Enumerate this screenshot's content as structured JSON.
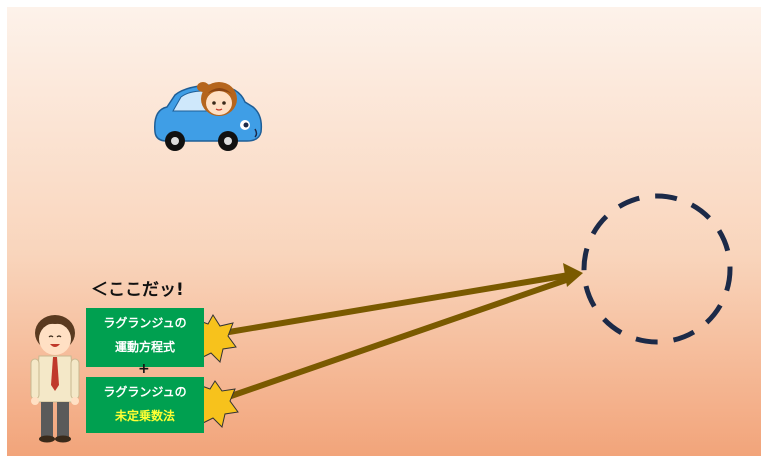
{
  "speech": "＜ここだッ!",
  "equation_box_1": {
    "line1": "ラグランジュの",
    "line2": "運動方程式"
  },
  "plus_sign": "+",
  "equation_box_2": {
    "line1": "ラグランジュの",
    "line2": "未定乗数法",
    "line2_color": "#ffff33"
  },
  "colors": {
    "box_green": "#00a050",
    "arrow": "#7a5a00",
    "target_ring": "#1c2a48",
    "car_body": "#3f9ee6",
    "star": "#f7c21c"
  },
  "icons": [
    "car-with-girl-icon",
    "man-character-icon",
    "star-burst-icon",
    "dashed-target-circle-icon"
  ]
}
